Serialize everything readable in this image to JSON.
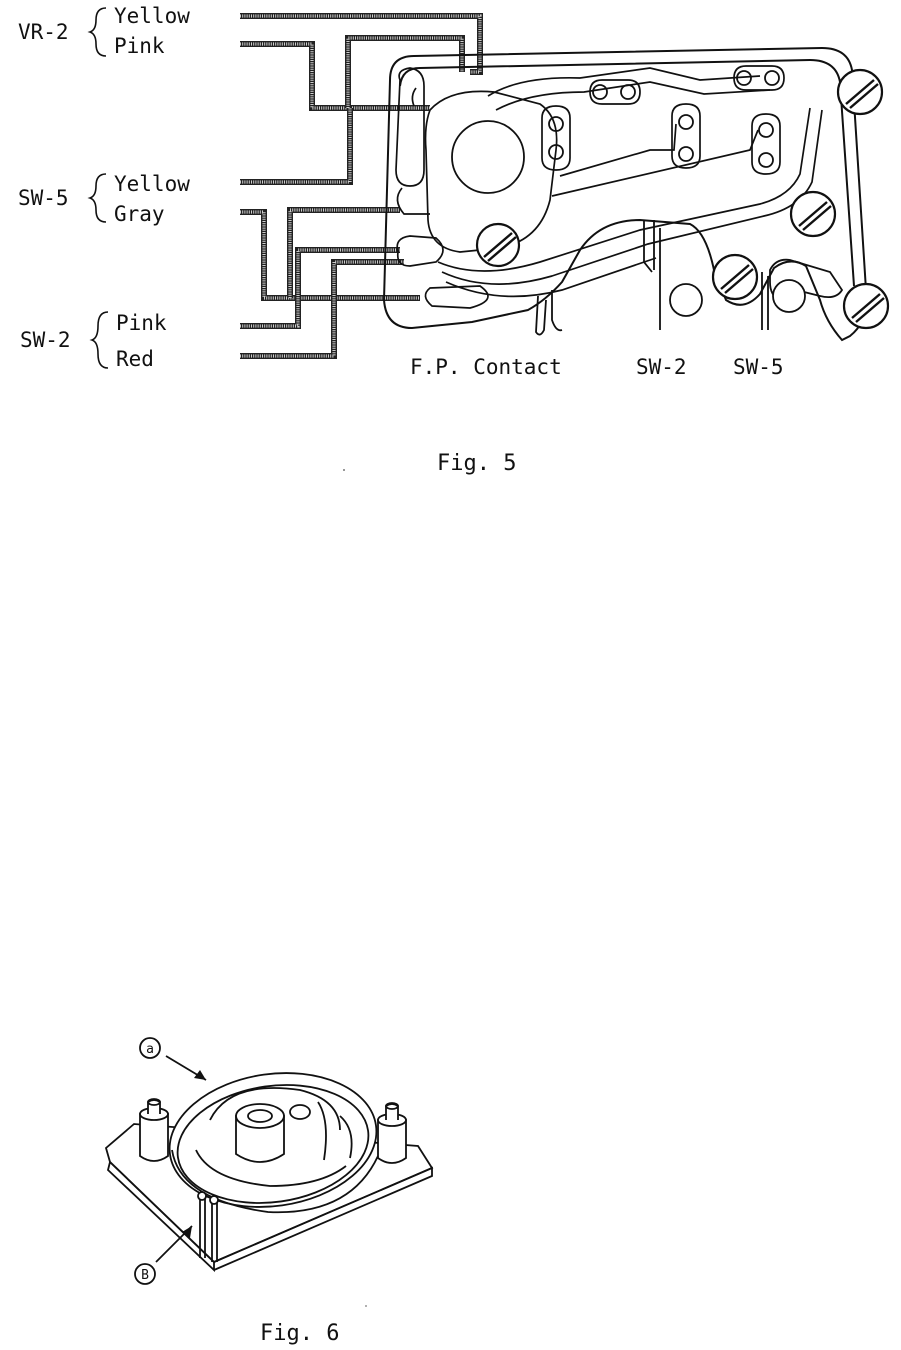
{
  "fig5": {
    "groups": [
      {
        "name": "VR-2",
        "wires": [
          "Yellow",
          "Pink"
        ]
      },
      {
        "name": "SW-5",
        "wires": [
          "Yellow",
          "Gray"
        ]
      },
      {
        "name": "SW-2",
        "wires": [
          "Pink",
          "Red"
        ]
      }
    ],
    "bottom_labels": [
      "F.P. Contact",
      "SW-2",
      "SW-5"
    ],
    "caption": "Fig. 5"
  },
  "fig6": {
    "callouts": [
      "a",
      "B"
    ],
    "caption": "Fig. 6"
  }
}
